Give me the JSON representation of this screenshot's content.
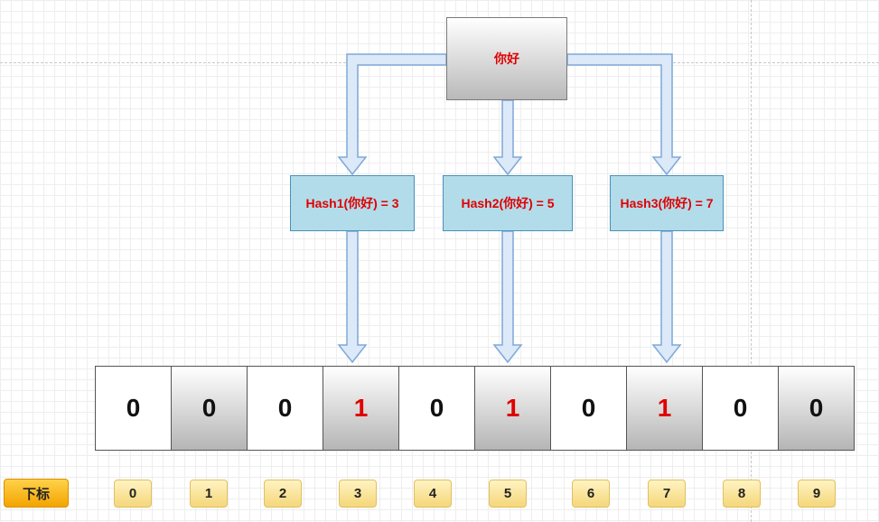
{
  "source_label": "你好",
  "hash_labels": [
    "Hash1(你好) = 3",
    "Hash2(你好) = 5",
    "Hash3(你好) = 7"
  ],
  "bits": [
    "0",
    "0",
    "0",
    "1",
    "0",
    "1",
    "0",
    "1",
    "0",
    "0"
  ],
  "index_label": "下标",
  "indices": [
    "0",
    "1",
    "2",
    "3",
    "4",
    "5",
    "6",
    "7",
    "8",
    "9"
  ],
  "colors": {
    "text_red": "#e00000",
    "hash_box_fill": "#b2dcea",
    "arrow_fill": "#dce9f8",
    "arrow_stroke": "#7fa8d8",
    "index_fill": "#f5d77a"
  }
}
